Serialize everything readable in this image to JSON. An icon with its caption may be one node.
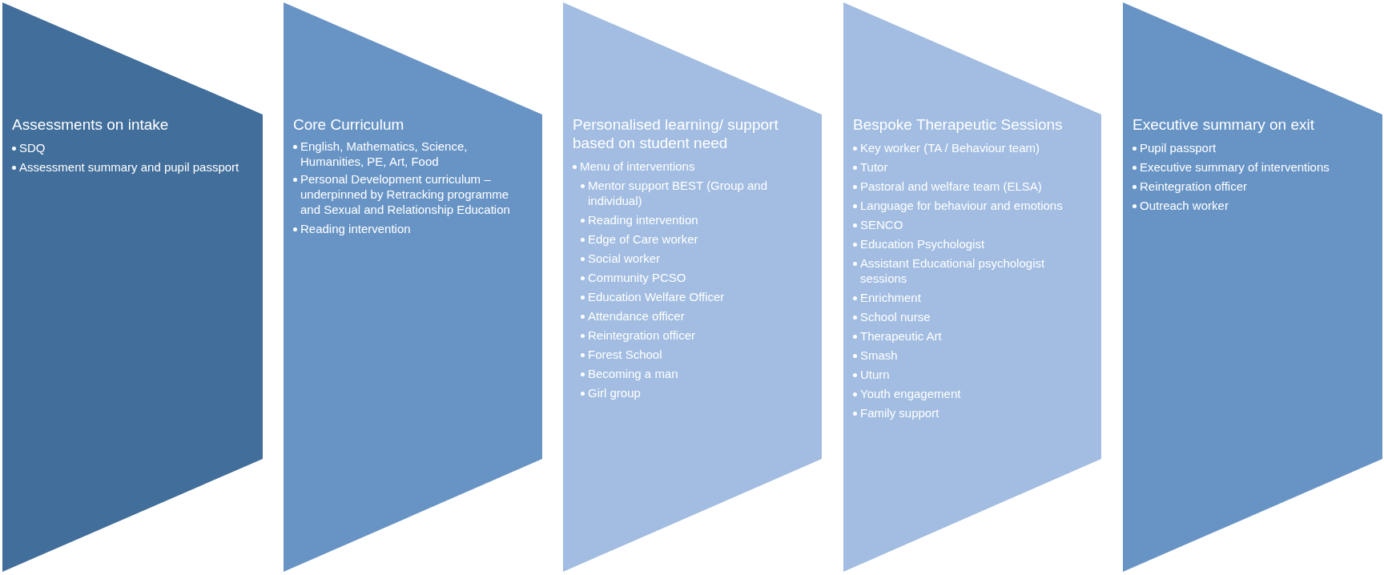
{
  "diagram": {
    "nodes": [
      {
        "text": [
          "Assessments on intake",
          "SDQ",
          "Assessment summary and pupil passport"
        ]
      },
      {
        "text": [
          "Core Curriculum",
          "English, Mathematics, Science, Humanities, PE, Art, Food",
          "Personal Development curriculum – underpinned by Retracking programme and Sexual and Relationship Education",
          "Reading intervention"
        ]
      },
      {
        "text": [
          "Personalised learning/ support based on student need",
          "Menu of interventions",
          "Mentor support BEST (Group and individual)",
          "Reading intervention",
          "Edge of Care worker",
          "Social worker",
          "Community PCSO",
          "Education Welfare Officer",
          "Attendance officer",
          "Reintegration officer",
          "Forest School",
          "Becoming a man",
          "Girl group"
        ]
      },
      {
        "text": [
          "Bespoke Therapeutic Sessions",
          "Key worker (TA / Behaviour team)",
          "Tutor",
          "Pastoral and welfare  team (ELSA)",
          "Language for behaviour and emotions",
          "SENCO",
          "Education Psychologist",
          "Assistant Educational psychologist sessions",
          "Enrichment",
          "School nurse",
          "Therapeutic Art",
          "Smash",
          "Uturn",
          "Youth engagement",
          "Family support"
        ]
      },
      {
        "text": [
          "Executive summary on exit",
          "Pupil passport",
          "Executive summary of interventions",
          "Reintegration officer",
          "Outreach worker"
        ]
      }
    ]
  }
}
